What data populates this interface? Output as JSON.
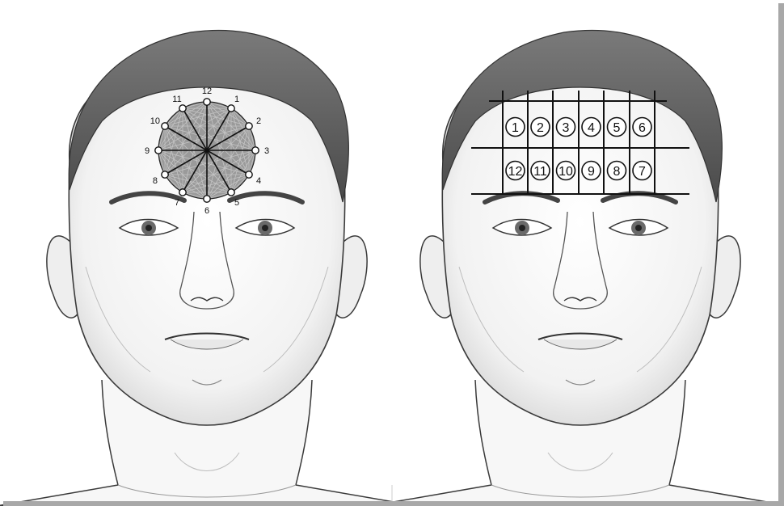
{
  "colors": {
    "background": "#ffffff",
    "hair": "#5f5f5f",
    "skin_line": "#3a3a3a",
    "shading": "#d9d9d9",
    "circle_fill": "#9a9a9a",
    "marker_fill": "#ffffff",
    "grid_line": "#111111",
    "frame_shadow": "#9a9a9a"
  },
  "left_panel": {
    "circle_points": [
      "12",
      "1",
      "2",
      "3",
      "4",
      "5",
      "6",
      "7",
      "8",
      "9",
      "10",
      "11"
    ]
  },
  "right_panel": {
    "grid_row_top": [
      "1",
      "2",
      "3",
      "4",
      "5",
      "6"
    ],
    "grid_row_bottom": [
      "12",
      "11",
      "10",
      "9",
      "8",
      "7"
    ]
  }
}
